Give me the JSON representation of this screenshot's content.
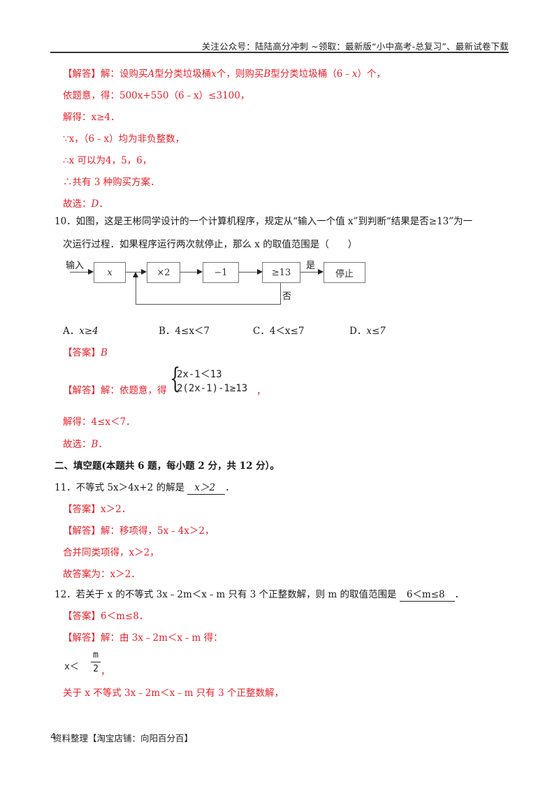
{
  "header": {
    "text": "关注公众号：陆陆高分冲刺 ~领取：最新版“小中高考-总复习”、最新试卷下载"
  },
  "q9_solution": {
    "l1_tag": "【解答】",
    "l1_a": "解：设购买",
    "l1_A": "A",
    "l1_b": "型分类垃圾桶",
    "l1_x": "x",
    "l1_c": "个，则购买",
    "l1_B": "B",
    "l1_d": "型分类垃圾桶（6﹣",
    "l1_x2": "x",
    "l1_e": "）个，",
    "l2": "依题意，得：500x+550（6﹣x）≤3100，",
    "l3": "解得：x≥4．",
    "l4": "∵x，（6﹣x）均为非负整数，",
    "l5": "∴x 可以为4，5，6，",
    "l6": "∴共有 3 种购买方案．",
    "l7_a": "故选：",
    "l7_ans": "D",
    "l7_b": "．"
  },
  "q10": {
    "stem_line1": "10．如图，这是王彬同学设计的一个计算机程序，规定从“输入一个值 x”到判断“结果是否≥13”为一",
    "stem_line2": "次运行过程．如果程序运行两次就停止，那么 x 的取值范围是（　　）",
    "flowchart": {
      "input_label": "输入",
      "box_x": "x",
      "box_times2": "×2",
      "box_minus1": "−1",
      "box_check": "≥13",
      "yes_label": "是",
      "no_label": "否",
      "box_stop": "停止"
    },
    "options": [
      {
        "label": "A．",
        "text": "x≥4"
      },
      {
        "label": "B．",
        "text": "4≤x＜7"
      },
      {
        "label": "C．",
        "text": "4＜x≤7"
      },
      {
        "label": "D．",
        "text": "x≤7"
      }
    ],
    "answer_tag": "【答案】",
    "answer": "B",
    "solution_tag": "【解答】",
    "solution_text": "解：依题意，得",
    "system_line1": "2x-1＜13",
    "system_line2": "2(2x-1)-1≥13",
    "system_end": "，",
    "solved": "解得：4≤x＜7．",
    "choose_a": "故选：",
    "choose_ans": "B",
    "choose_b": "．"
  },
  "section2": {
    "title": "二、填空题(本题共 6 题，每小题 2 分，共 12 分）。"
  },
  "q11": {
    "stem": "11．不等式 5x＞4x+2 的解是",
    "blank": "x＞2",
    "stem_end": "．",
    "answer_tag": "【答案】",
    "answer": "x＞2．",
    "solution_tag": "【解答】",
    "solution": "解：移项得，5x﹣4x＞2，",
    "step2": "合并同类项得，x＞2，",
    "final": "故答案为：x＞2．"
  },
  "q12": {
    "stem": "12．若关于 x 的不等式 3x﹣2m＜x﹣m 只有 3 个正整数解，则 m 的取值范围是",
    "blank": "6＜m≤8",
    "stem_end": "．",
    "answer_tag": "【答案】",
    "answer": "6＜m≤8．",
    "solution_tag": "【解答】",
    "solution": "解：由 3x﹣2m＜x﹣m 得：",
    "frac_lhs": "x＜",
    "frac_num": "m",
    "frac_den": "2",
    "frac_end": "，",
    "step2": "关于 x 不等式 3x﹣2m＜x﹣m 只有 3 个正整数解，"
  },
  "footer": {
    "page_number": "4",
    "text": "资料整理【淘宝店铺：向阳百分百】"
  },
  "colors": {
    "answer_red": "#e8202a",
    "text_black": "#1a1a1a"
  }
}
